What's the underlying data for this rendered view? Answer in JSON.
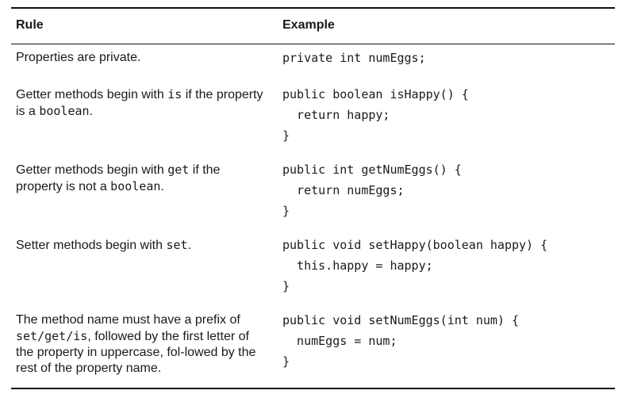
{
  "headers": {
    "rule": "Rule",
    "example": "Example"
  },
  "rows": [
    {
      "rule_parts": [
        "Properties are private."
      ],
      "code": "private int numEggs;"
    },
    {
      "rule_parts": [
        "Getter methods begin with ",
        "is",
        " if the property is a ",
        "boolean",
        "."
      ],
      "code": "public boolean isHappy() {\n  return happy;\n}"
    },
    {
      "rule_parts": [
        "Getter methods begin with ",
        "get",
        " if the property is not a ",
        "boolean",
        "."
      ],
      "code": "public int getNumEggs() {\n  return numEggs;\n}"
    },
    {
      "rule_parts": [
        "Setter methods begin with ",
        "set",
        "."
      ],
      "code": "public void setHappy(boolean happy) {\n  this.happy = happy;\n}"
    },
    {
      "rule_parts": [
        "The method name must have a prefix of ",
        "set/get/is",
        ", followed by the first letter of the property in uppercase, fol-lowed by the rest of the property name."
      ],
      "code": "public void setNumEggs(int num) {\n  numEggs = num;\n}"
    }
  ]
}
